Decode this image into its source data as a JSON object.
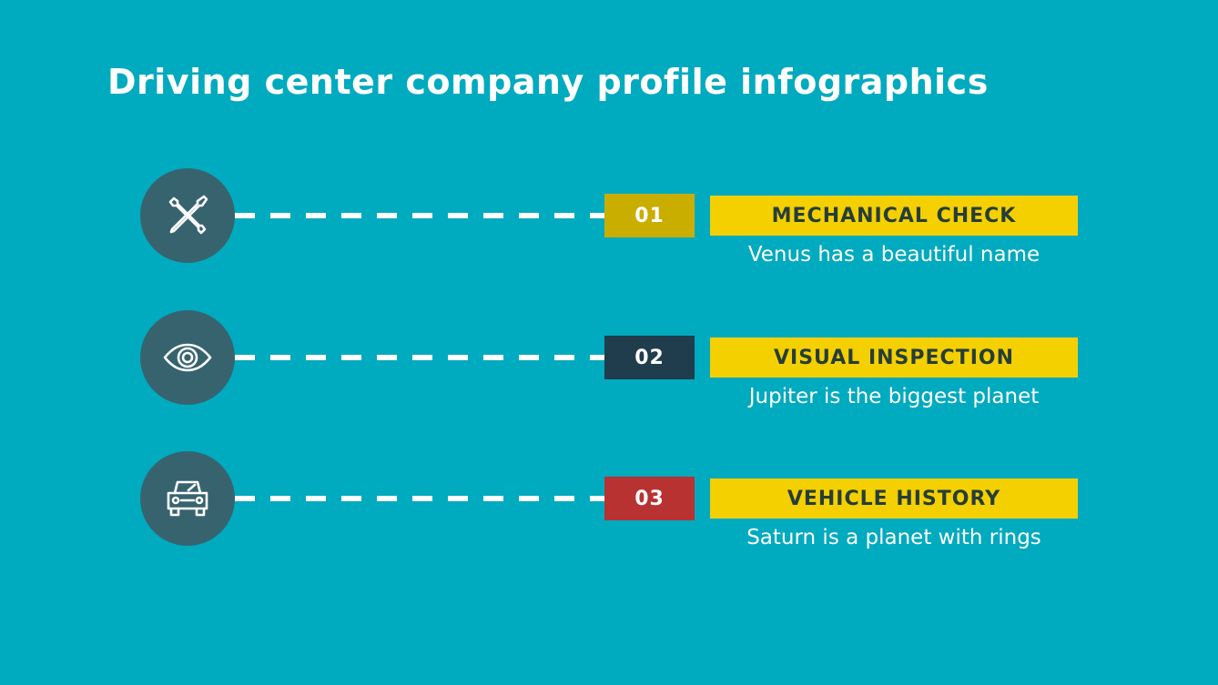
{
  "title": "Driving center company profile infographics",
  "colors": {
    "background": "#00aabf",
    "circle": "#37636f",
    "label_bg": "#f4d000",
    "label_text": "#263d3a",
    "dash": "#ffffff"
  },
  "items": [
    {
      "number": "01",
      "number_color": "#c9ae00",
      "icon": "tools-icon",
      "label": "MECHANICAL CHECK",
      "description": "Venus has a beautiful name"
    },
    {
      "number": "02",
      "number_color": "#1f3d4c",
      "icon": "eye-icon",
      "label": "VISUAL INSPECTION",
      "description": "Jupiter is the biggest planet"
    },
    {
      "number": "03",
      "number_color": "#b83232",
      "icon": "car-icon",
      "label": "VEHICLE HISTORY",
      "description": "Saturn is a planet with rings"
    }
  ]
}
